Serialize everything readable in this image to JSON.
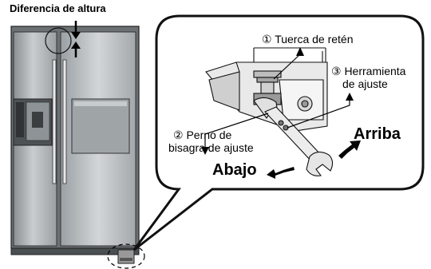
{
  "title": "Diferencia de altura",
  "callouts": {
    "nut": "① Tuerca de retén",
    "tool_line1": "③ Herramienta",
    "tool_line2": "de ajuste",
    "bolt_line1": "② Perno de",
    "bolt_line2": "bisagra de ajuste"
  },
  "directions": {
    "up": "Arriba",
    "down": "Abajo"
  }
}
